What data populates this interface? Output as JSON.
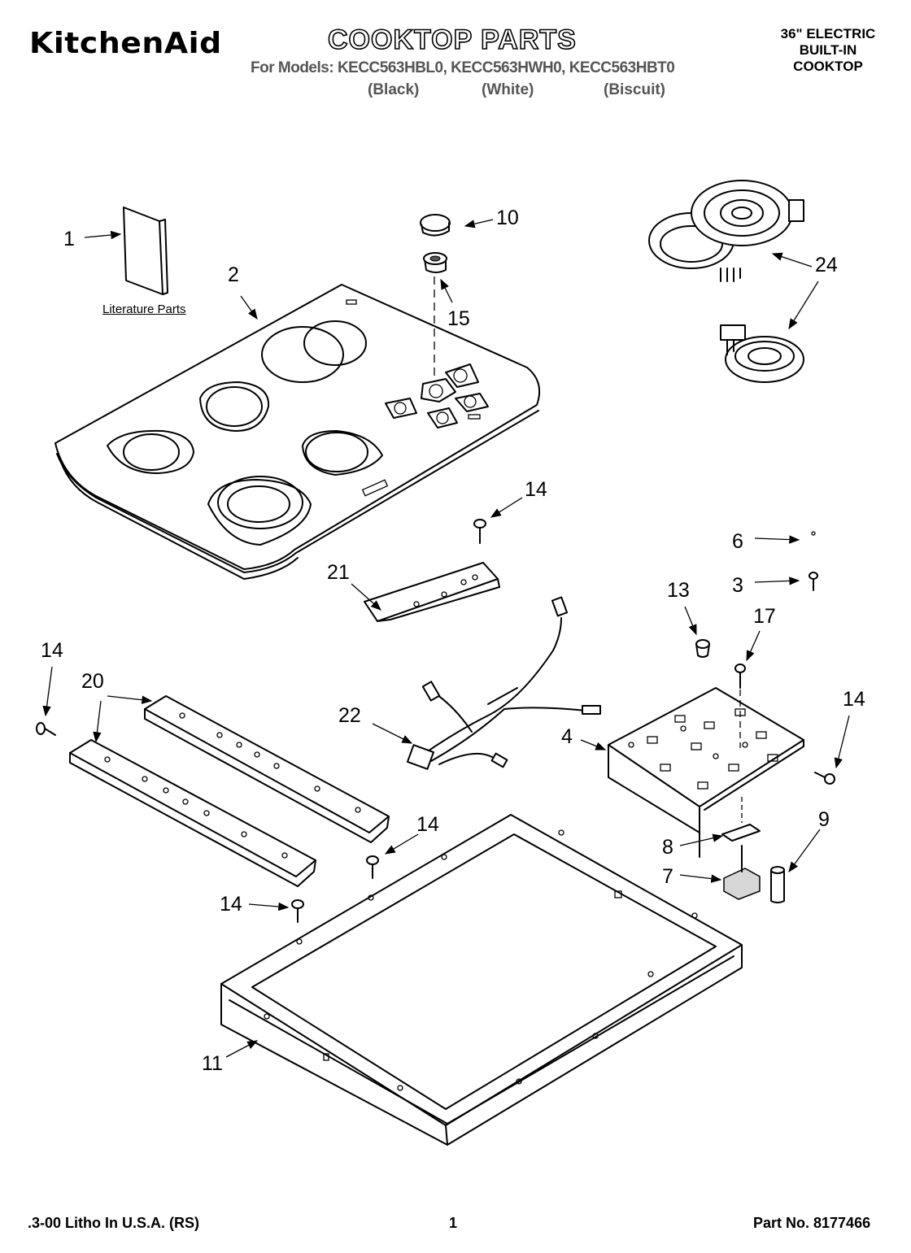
{
  "header": {
    "brand": "KitchenAid",
    "title": "COOKTOP PARTS",
    "models_line": "For Models: KECC563HBL0, KECC563HWH0, KECC563HBT0",
    "variants": [
      "(Black)",
      "(White)",
      "(Biscuit)"
    ],
    "side_label": [
      "36\" ELECTRIC",
      "BUILT-IN",
      "COOKTOP"
    ]
  },
  "callouts": [
    "1",
    "2",
    "10",
    "15",
    "24",
    "14",
    "6",
    "3",
    "21",
    "13",
    "17",
    "14",
    "20",
    "22",
    "4",
    "14",
    "14",
    "8",
    "9",
    "7",
    "14",
    "11"
  ],
  "literature_label": "Literature Parts",
  "footer": {
    "left": ".3-00 Litho In U.S.A. (RS)",
    "page": "1",
    "part_no": "Part No. 8177466"
  }
}
